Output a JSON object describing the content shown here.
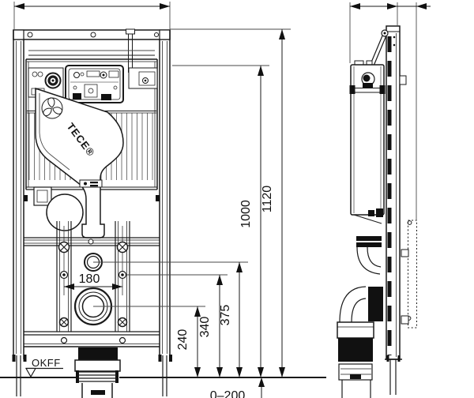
{
  "dimensions": {
    "total_height": "1120",
    "upper_height": "1000",
    "outlet_height": "375",
    "fixing_height": "340",
    "drain_center_height": "240",
    "bolt_spacing": "180",
    "floor_adjust_range": "0–200"
  },
  "annotations": {
    "floor_level_label": "OKFF",
    "brand_logo_text": "TECE®"
  },
  "colors": {
    "background": "#ffffff",
    "ink": "#1a1a1a"
  }
}
